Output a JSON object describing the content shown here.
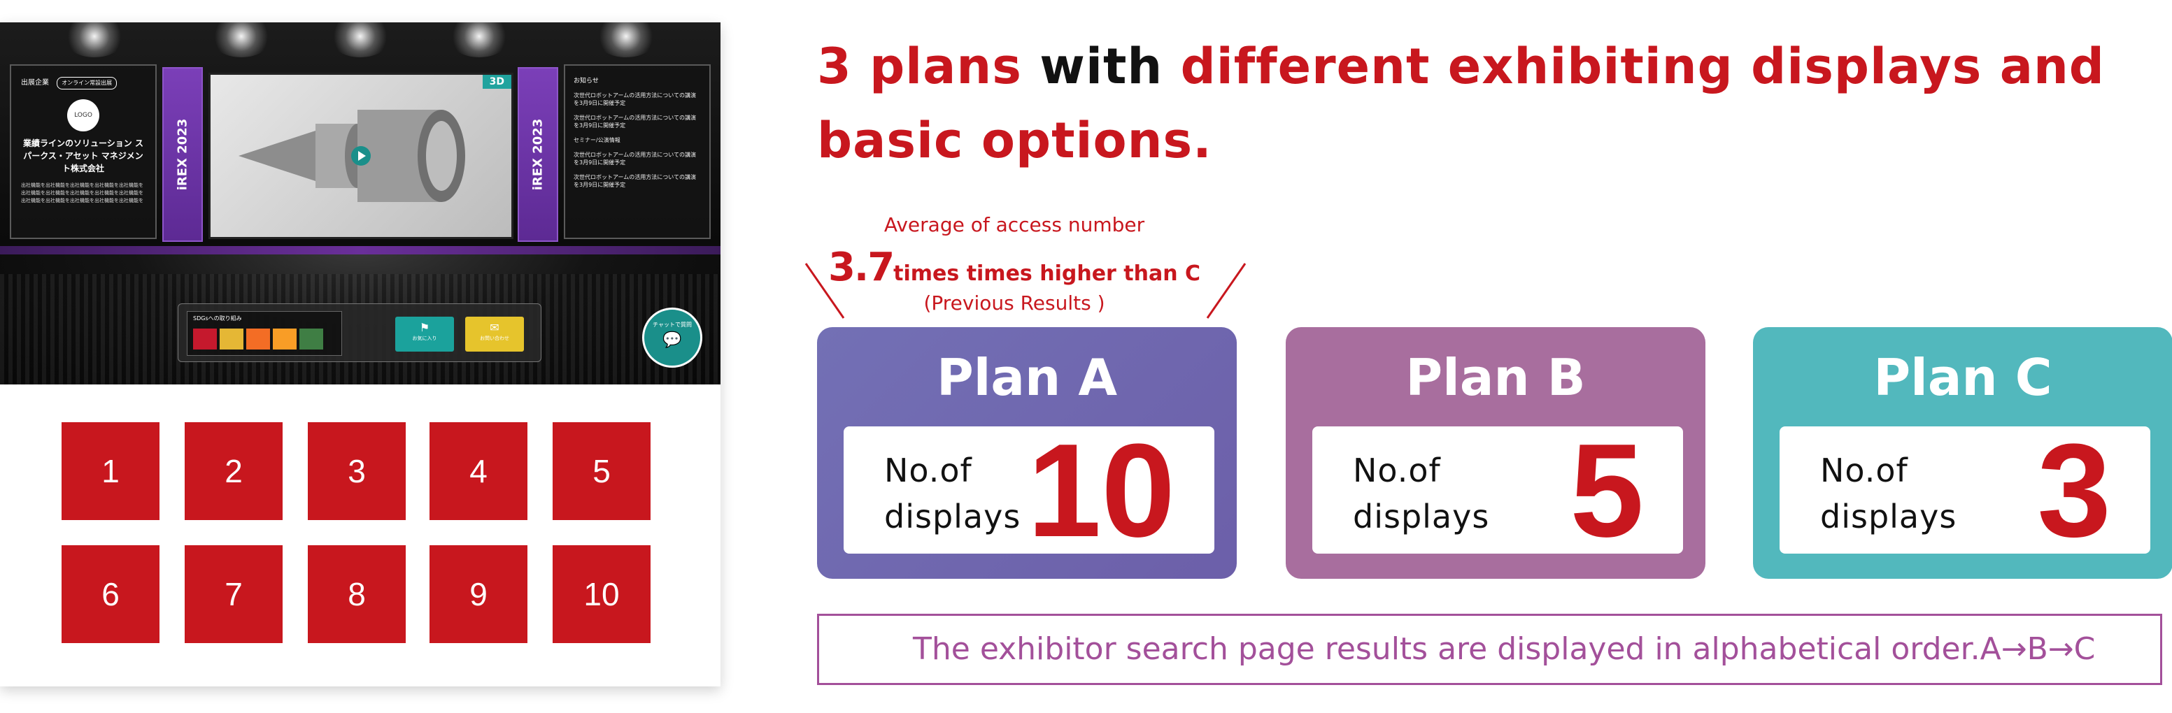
{
  "preview": {
    "left_panel": {
      "tag_label": "出展企業",
      "online_tag": "オンライン常設出展",
      "logo_text": "LOGO",
      "company_name": "業績ラインのソリューション スパークス・アセット マネジメント株式会社",
      "company_desc": "出社機能を出社機能を出社機能を出社機能を出社機能を出社機能を出社機能を出社機能を出社機能を出社機能を出社機能を出社機能を出社機能を出社機能を出社機能を"
    },
    "banner_text": "iREX 2023",
    "screen_badge": "3D",
    "right_panel": {
      "title": "お知らせ",
      "items": [
        "次世代ロボットアームの活用方法についての講演を3月9日に開催予定",
        "次世代ロボットアームの活用方法についての講演を3月9日に開催予定",
        "セミナー/公演情報",
        "次世代ロボットアームの活用方法についての講演を3月9日に開催予定",
        "次世代ロボットアームの活用方法についての講演を3月9日に開催予定"
      ]
    },
    "toolbar": {
      "sdg_label": "SDGsへの取り組み",
      "btn_favorite": "お気に入り",
      "btn_contact": "お問い合わせ"
    },
    "chat_label": "チャットで質問",
    "tiles": [
      "1",
      "2",
      "3",
      "4",
      "5",
      "6",
      "7",
      "8",
      "9",
      "10"
    ]
  },
  "headline": {
    "part1": "3 plans ",
    "part2": "with ",
    "part3": "different exhibiting displays and",
    "part4": "basic options."
  },
  "note": {
    "line1": "Average of access number",
    "multiplier": "3.7",
    "line2_rest": "times times higher than C",
    "line3": "(Previous Results )"
  },
  "plans": [
    {
      "name": "Plan A",
      "label_line1": "No.of",
      "label_line2": "displays",
      "count": "10"
    },
    {
      "name": "Plan B",
      "label_line1": "No.of",
      "label_line2": "displays",
      "count": "5"
    },
    {
      "name": "Plan C",
      "label_line1": "No.of",
      "label_line2": "displays",
      "count": "3"
    }
  ],
  "footer": "The exhibitor search page results are displayed in alphabetical order.A→B→C",
  "colors": {
    "accent_red": "#c8171e",
    "plan_a": "#7370b5",
    "plan_b": "#a86e9e",
    "plan_c": "#52b8bd",
    "footer_purple": "#a3509a"
  }
}
